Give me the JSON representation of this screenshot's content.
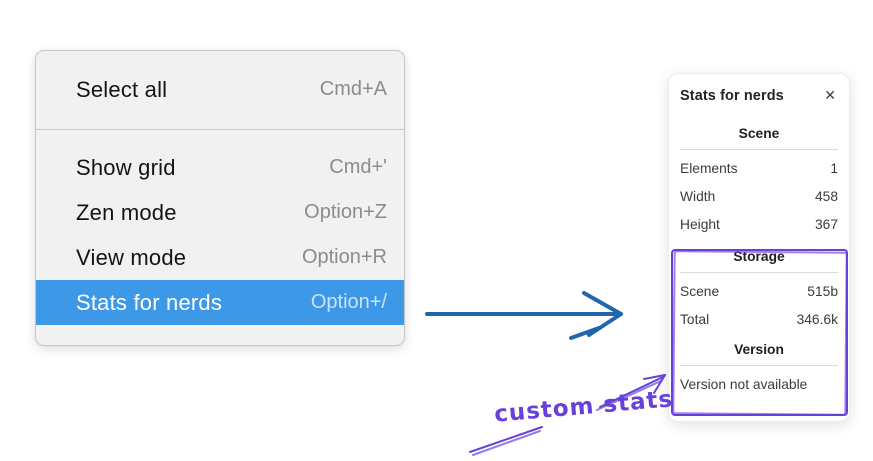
{
  "menu": {
    "sections": [
      {
        "items": [
          {
            "label": "Select all",
            "shortcut": "Cmd+A"
          }
        ]
      },
      {
        "items": [
          {
            "label": "Show grid",
            "shortcut": "Cmd+'"
          },
          {
            "label": "Zen mode",
            "shortcut": "Option+Z"
          },
          {
            "label": "View mode",
            "shortcut": "Option+R"
          },
          {
            "label": "Stats for nerds",
            "shortcut": "Option+/"
          }
        ]
      }
    ],
    "selected_item": "Stats for nerds"
  },
  "stats_panel": {
    "title": "Stats for nerds",
    "close_icon": "✕",
    "sections": [
      {
        "heading": "Scene",
        "rows": [
          {
            "label": "Elements",
            "value": "1"
          },
          {
            "label": "Width",
            "value": "458"
          },
          {
            "label": "Height",
            "value": "367"
          }
        ]
      },
      {
        "heading": "Storage",
        "rows": [
          {
            "label": "Scene",
            "value": "515b"
          },
          {
            "label": "Total",
            "value": "346.6k"
          }
        ]
      },
      {
        "heading": "Version",
        "note": "Version not available"
      }
    ]
  },
  "annotation": {
    "label": "custom stats"
  },
  "colors": {
    "selection_blue": "#3d99e8",
    "arrow_blue": "#2065ae",
    "annotation_purple": "#6741d9",
    "menu_bg": "#f1f1f2",
    "panel_divider": "#d6dae0"
  }
}
